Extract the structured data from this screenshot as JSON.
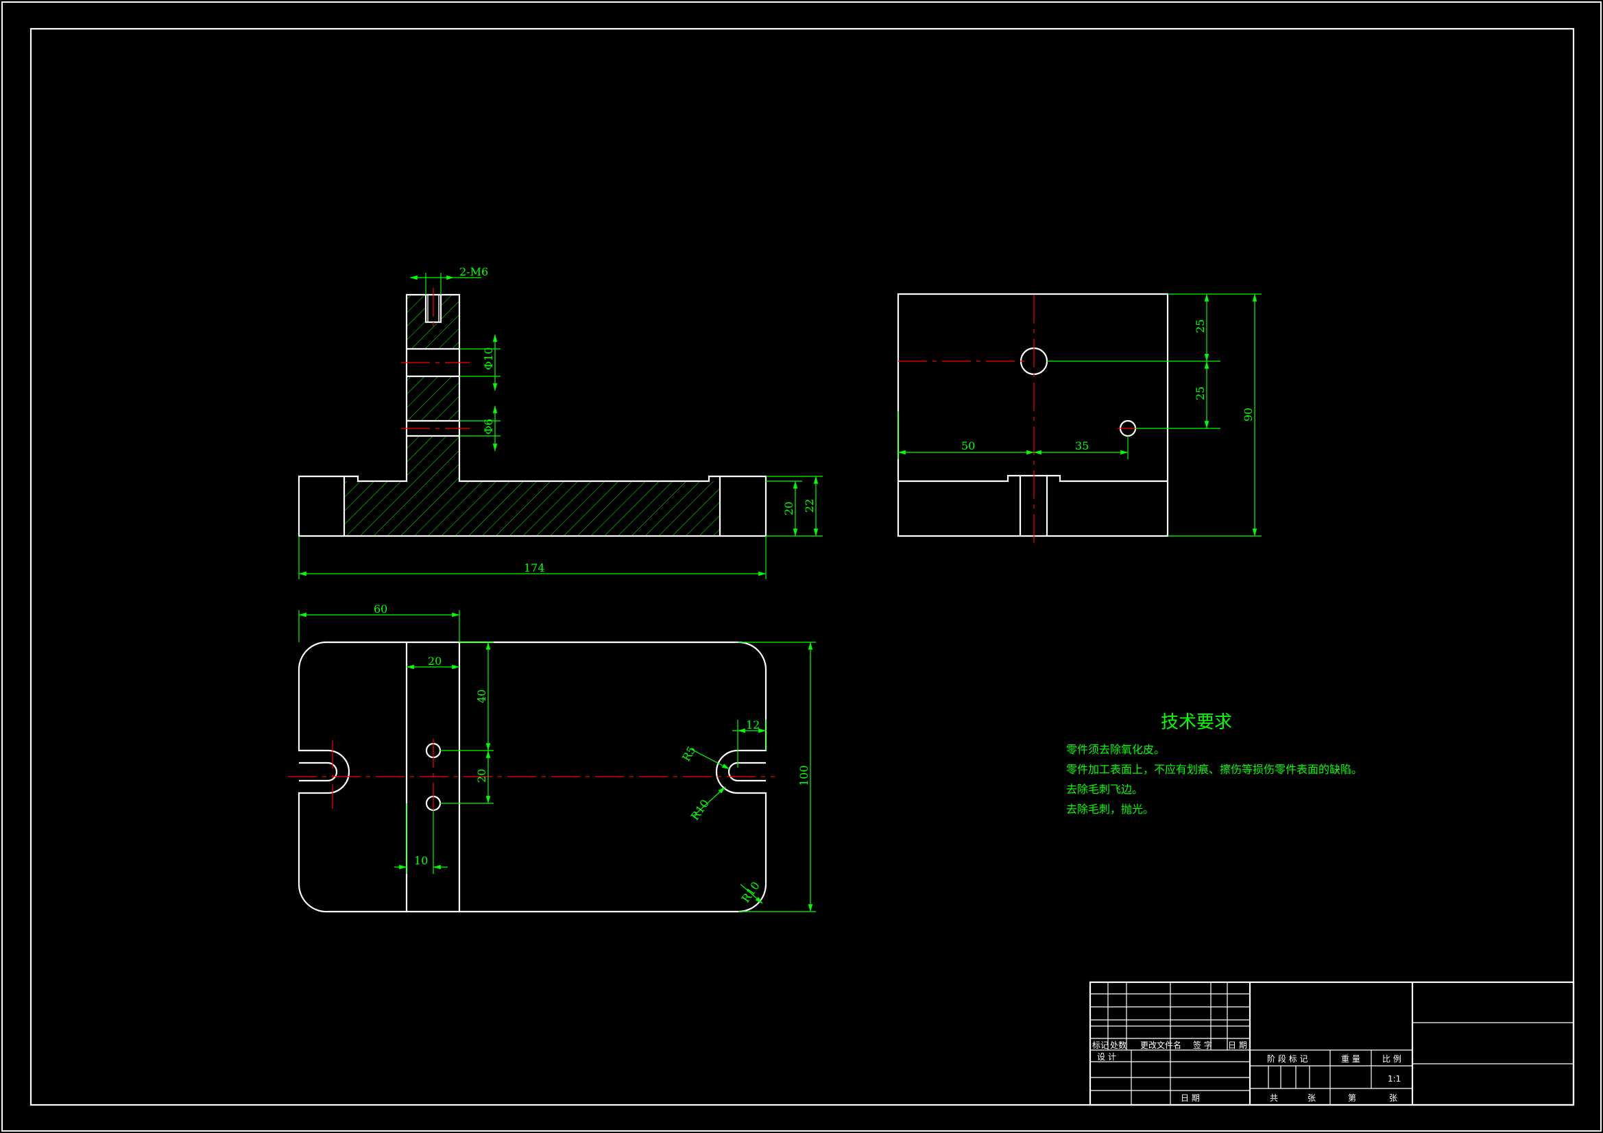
{
  "colors": {
    "background": "#000000",
    "outline": "#ffffff",
    "dimension": "#00ff00",
    "centerline": "#ff0000"
  },
  "front_view": {
    "thread_label": "2-M6",
    "hole_large_label": "Φ10",
    "hole_small_label": "Φ6",
    "dim_height_inner": "20",
    "dim_height_outer": "22",
    "dim_length": "174"
  },
  "side_view": {
    "dim_25_top": "25",
    "dim_25_bottom": "25",
    "dim_height": "90",
    "dim_50": "50",
    "dim_35": "35"
  },
  "plan_view": {
    "dim_60": "60",
    "dim_20_width": "20",
    "dim_40": "40",
    "dim_20_spacing": "20",
    "dim_10": "10",
    "dim_12": "12",
    "dim_100": "100",
    "r5": "R5",
    "r10_slot": "R10",
    "r10_corner": "R10"
  },
  "requirements": {
    "title": "技术要求",
    "lines": [
      "零件须去除氧化皮。",
      "零件加工表面上，不应有划痕、擦伤等损伤零件表面的缺陷。",
      "去除毛刺飞边。",
      "去除毛刺，抛光。"
    ]
  },
  "title_block": {
    "mark": "标记",
    "count": "处数",
    "change_doc": "更改文件名",
    "signature": "签 字",
    "date": "日 期",
    "design": "设 计",
    "stage_mark": "阶 段 标 记",
    "weight": "重 量",
    "scale_label": "比 例",
    "scale_value": "1:1",
    "date2": "日 期",
    "total": "共",
    "sheets": "张",
    "sheet_no": "第",
    "sheet": "张"
  }
}
